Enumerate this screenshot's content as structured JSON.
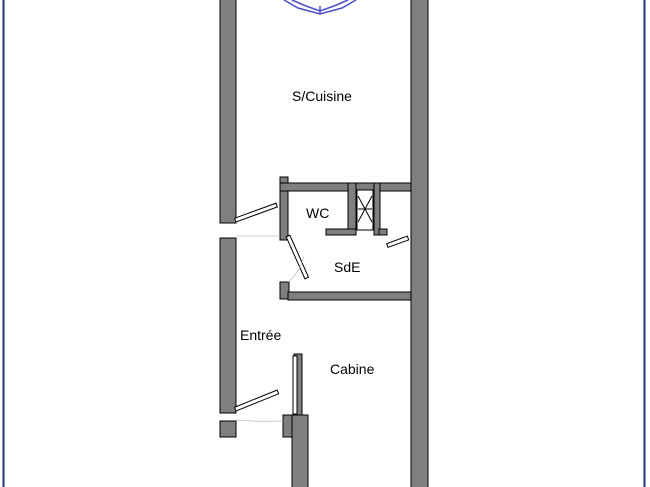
{
  "plan": {
    "rooms": {
      "sejour_cuisine": "S/Cuisine",
      "wc": "WC",
      "salle_de_eau": "SdE",
      "entree": "Entrée",
      "cabine": "Cabine"
    },
    "colors": {
      "frame": "#1f2f78",
      "wall": "#7f7f7f",
      "wall_outline": "#000000",
      "door": "#000000",
      "window": "#4b4fc8"
    }
  }
}
